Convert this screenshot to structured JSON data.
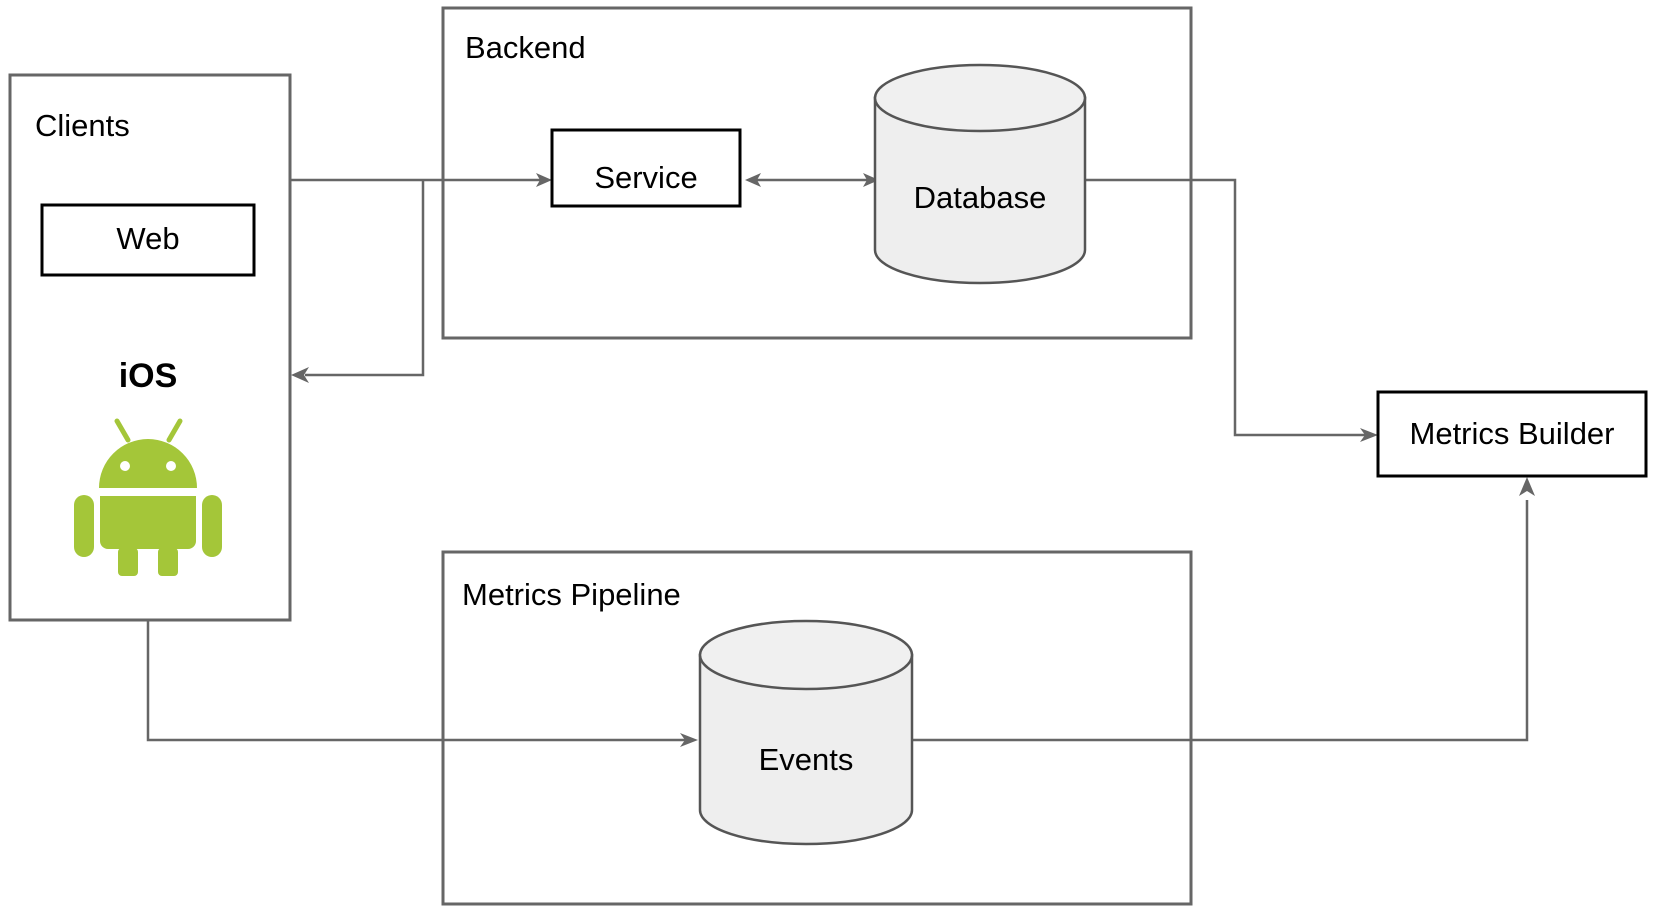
{
  "diagram": {
    "title": "Clients / Backend / Metrics Pipeline architecture",
    "colors": {
      "container_border": "#666666",
      "node_border": "#000000",
      "node_fill": "#ffffff",
      "cylinder_fill": "#eeeeee",
      "cylinder_border": "#555555",
      "edge": "#666666",
      "android_green": "#a4c639",
      "text": "#000000",
      "background": "#ffffff"
    },
    "groups": [
      {
        "id": "clients",
        "label": "Clients"
      },
      {
        "id": "backend",
        "label": "Backend"
      },
      {
        "id": "metrics_pipeline",
        "label": "Metrics Pipeline"
      }
    ],
    "nodes": [
      {
        "id": "web",
        "label": "Web",
        "shape": "rectangle",
        "group": "clients"
      },
      {
        "id": "ios",
        "label": "iOS",
        "shape": "text-bold",
        "group": "clients"
      },
      {
        "id": "android",
        "label": "android-robot-icon",
        "shape": "icon",
        "group": "clients"
      },
      {
        "id": "service",
        "label": "Service",
        "shape": "rectangle",
        "group": "backend"
      },
      {
        "id": "database",
        "label": "Database",
        "shape": "cylinder",
        "group": "backend"
      },
      {
        "id": "events",
        "label": "Events",
        "shape": "cylinder",
        "group": "metrics_pipeline"
      },
      {
        "id": "metrics_builder",
        "label": "Metrics Builder",
        "shape": "rectangle",
        "group": "none"
      }
    ],
    "edges": [
      {
        "from": "clients",
        "to": "service",
        "direction": "forward"
      },
      {
        "from": "service",
        "to": "database",
        "direction": "both"
      },
      {
        "from": "backend",
        "to": "clients",
        "direction": "forward"
      },
      {
        "from": "database",
        "to": "metrics_builder",
        "direction": "forward"
      },
      {
        "from": "clients",
        "to": "events",
        "direction": "forward"
      },
      {
        "from": "events",
        "to": "metrics_builder",
        "direction": "forward"
      }
    ]
  }
}
